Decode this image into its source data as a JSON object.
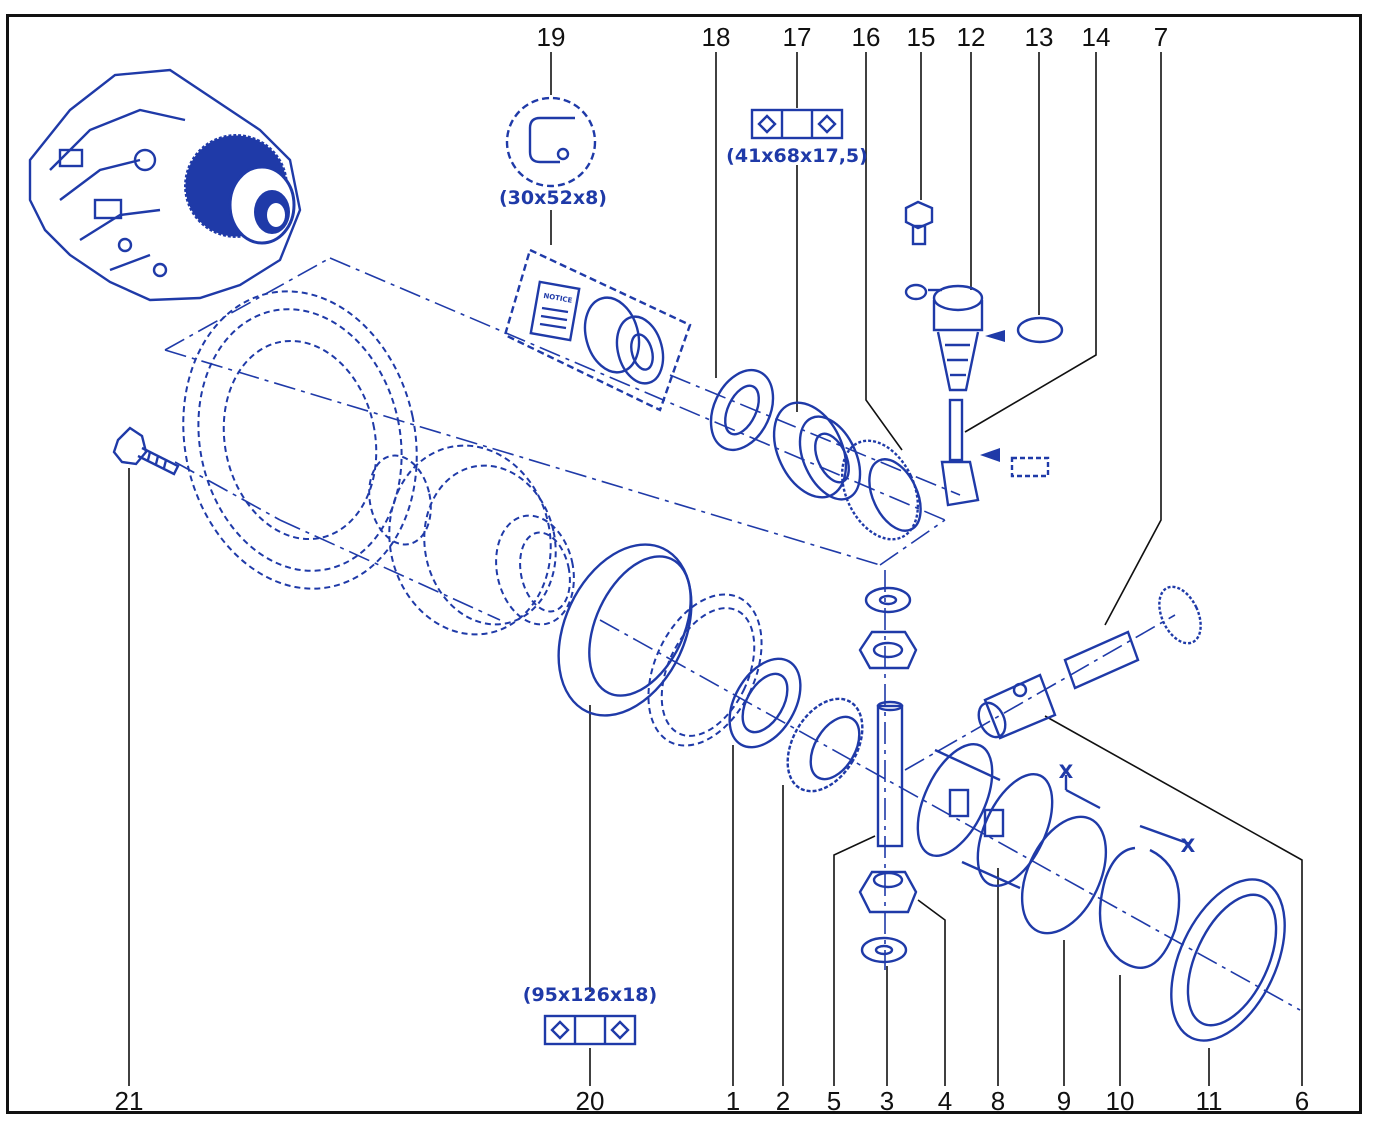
{
  "diagram": {
    "callouts": [
      "19",
      "18",
      "17",
      "16",
      "15",
      "12",
      "13",
      "14",
      "7",
      "21",
      "20",
      "1",
      "2",
      "5",
      "3",
      "4",
      "8",
      "9",
      "10",
      "11",
      "6"
    ],
    "dimensions": {
      "seal_small": "(30x52x8)",
      "bearing_medium": "(41x68x17,5)",
      "bearing_large": "(95x126x18)"
    },
    "kit_label": "NOTICE",
    "clearance_symbol": "X"
  },
  "colors": {
    "ink": "#1f3aa8",
    "frame": "#111111"
  }
}
